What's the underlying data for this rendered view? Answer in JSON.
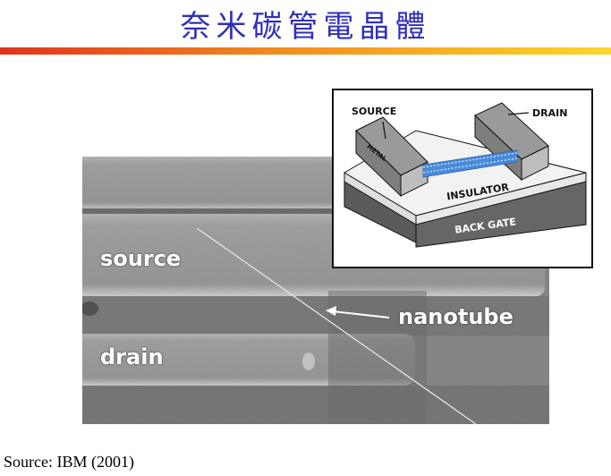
{
  "title": "奈米碳管電晶體",
  "sem_image": {
    "source_label": "source",
    "drain_label": "drain",
    "nanotube_label": "nanotube"
  },
  "inset_diagram": {
    "source_label": "SOURCE",
    "drain_label": "DRAIN",
    "metal_label": "METAL",
    "insulator_label": "INSULATOR",
    "back_gate_label": "BACK GATE"
  },
  "source_note": "Source: IBM (2001)"
}
